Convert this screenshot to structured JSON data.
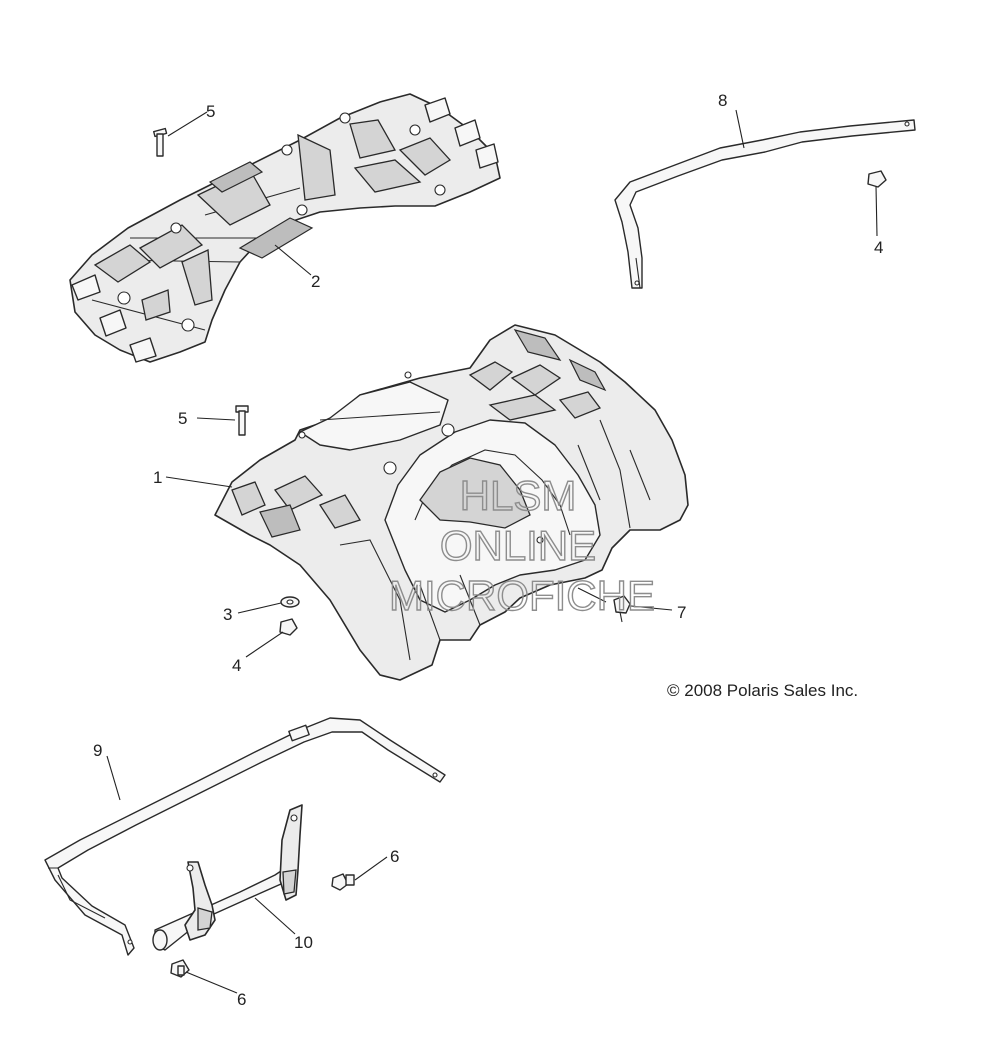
{
  "diagram": {
    "callouts": {
      "c1": "1",
      "c2": "2",
      "c3": "3",
      "c4a": "4",
      "c4b": "4",
      "c5a": "5",
      "c5b": "5",
      "c6a": "6",
      "c6b": "6",
      "c7": "7",
      "c8": "8",
      "c9": "9",
      "c10": "10"
    },
    "copyright": "© 2008 Polaris Sales Inc.",
    "watermark": {
      "line1": "HLSM",
      "line2": "ONLINE",
      "line3": "MICROFICHE"
    }
  }
}
